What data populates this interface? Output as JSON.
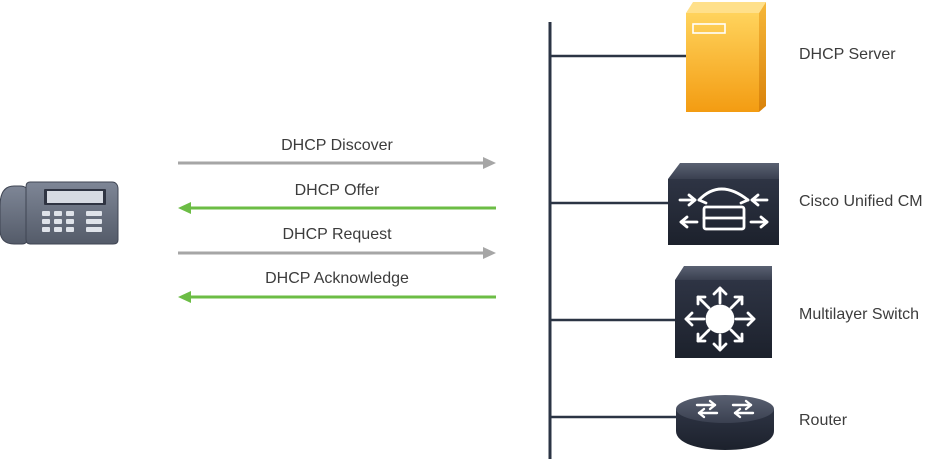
{
  "messages": [
    {
      "label": "DHCP Discover",
      "direction": "to-network",
      "color": "#a6a6a6"
    },
    {
      "label": "DHCP Offer",
      "direction": "to-phone",
      "color": "#6cbd45"
    },
    {
      "label": "DHCP Request",
      "direction": "to-network",
      "color": "#a6a6a6"
    },
    {
      "label": "DHCP Acknowledge",
      "direction": "to-phone",
      "color": "#6cbd45"
    }
  ],
  "devices": [
    {
      "label": "DHCP Server",
      "icon": "server-icon"
    },
    {
      "label": "Cisco Unified CM",
      "icon": "unified-cm-icon"
    },
    {
      "label": "Multilayer Switch",
      "icon": "multilayer-switch-icon"
    },
    {
      "label": "Router",
      "icon": "router-icon"
    }
  ],
  "colors": {
    "request_arrow": "#a6a6a6",
    "reply_arrow": "#6cbd45",
    "network_line": "#2b3444",
    "server_body": "#f7a51c",
    "device_body": "#262b38"
  }
}
